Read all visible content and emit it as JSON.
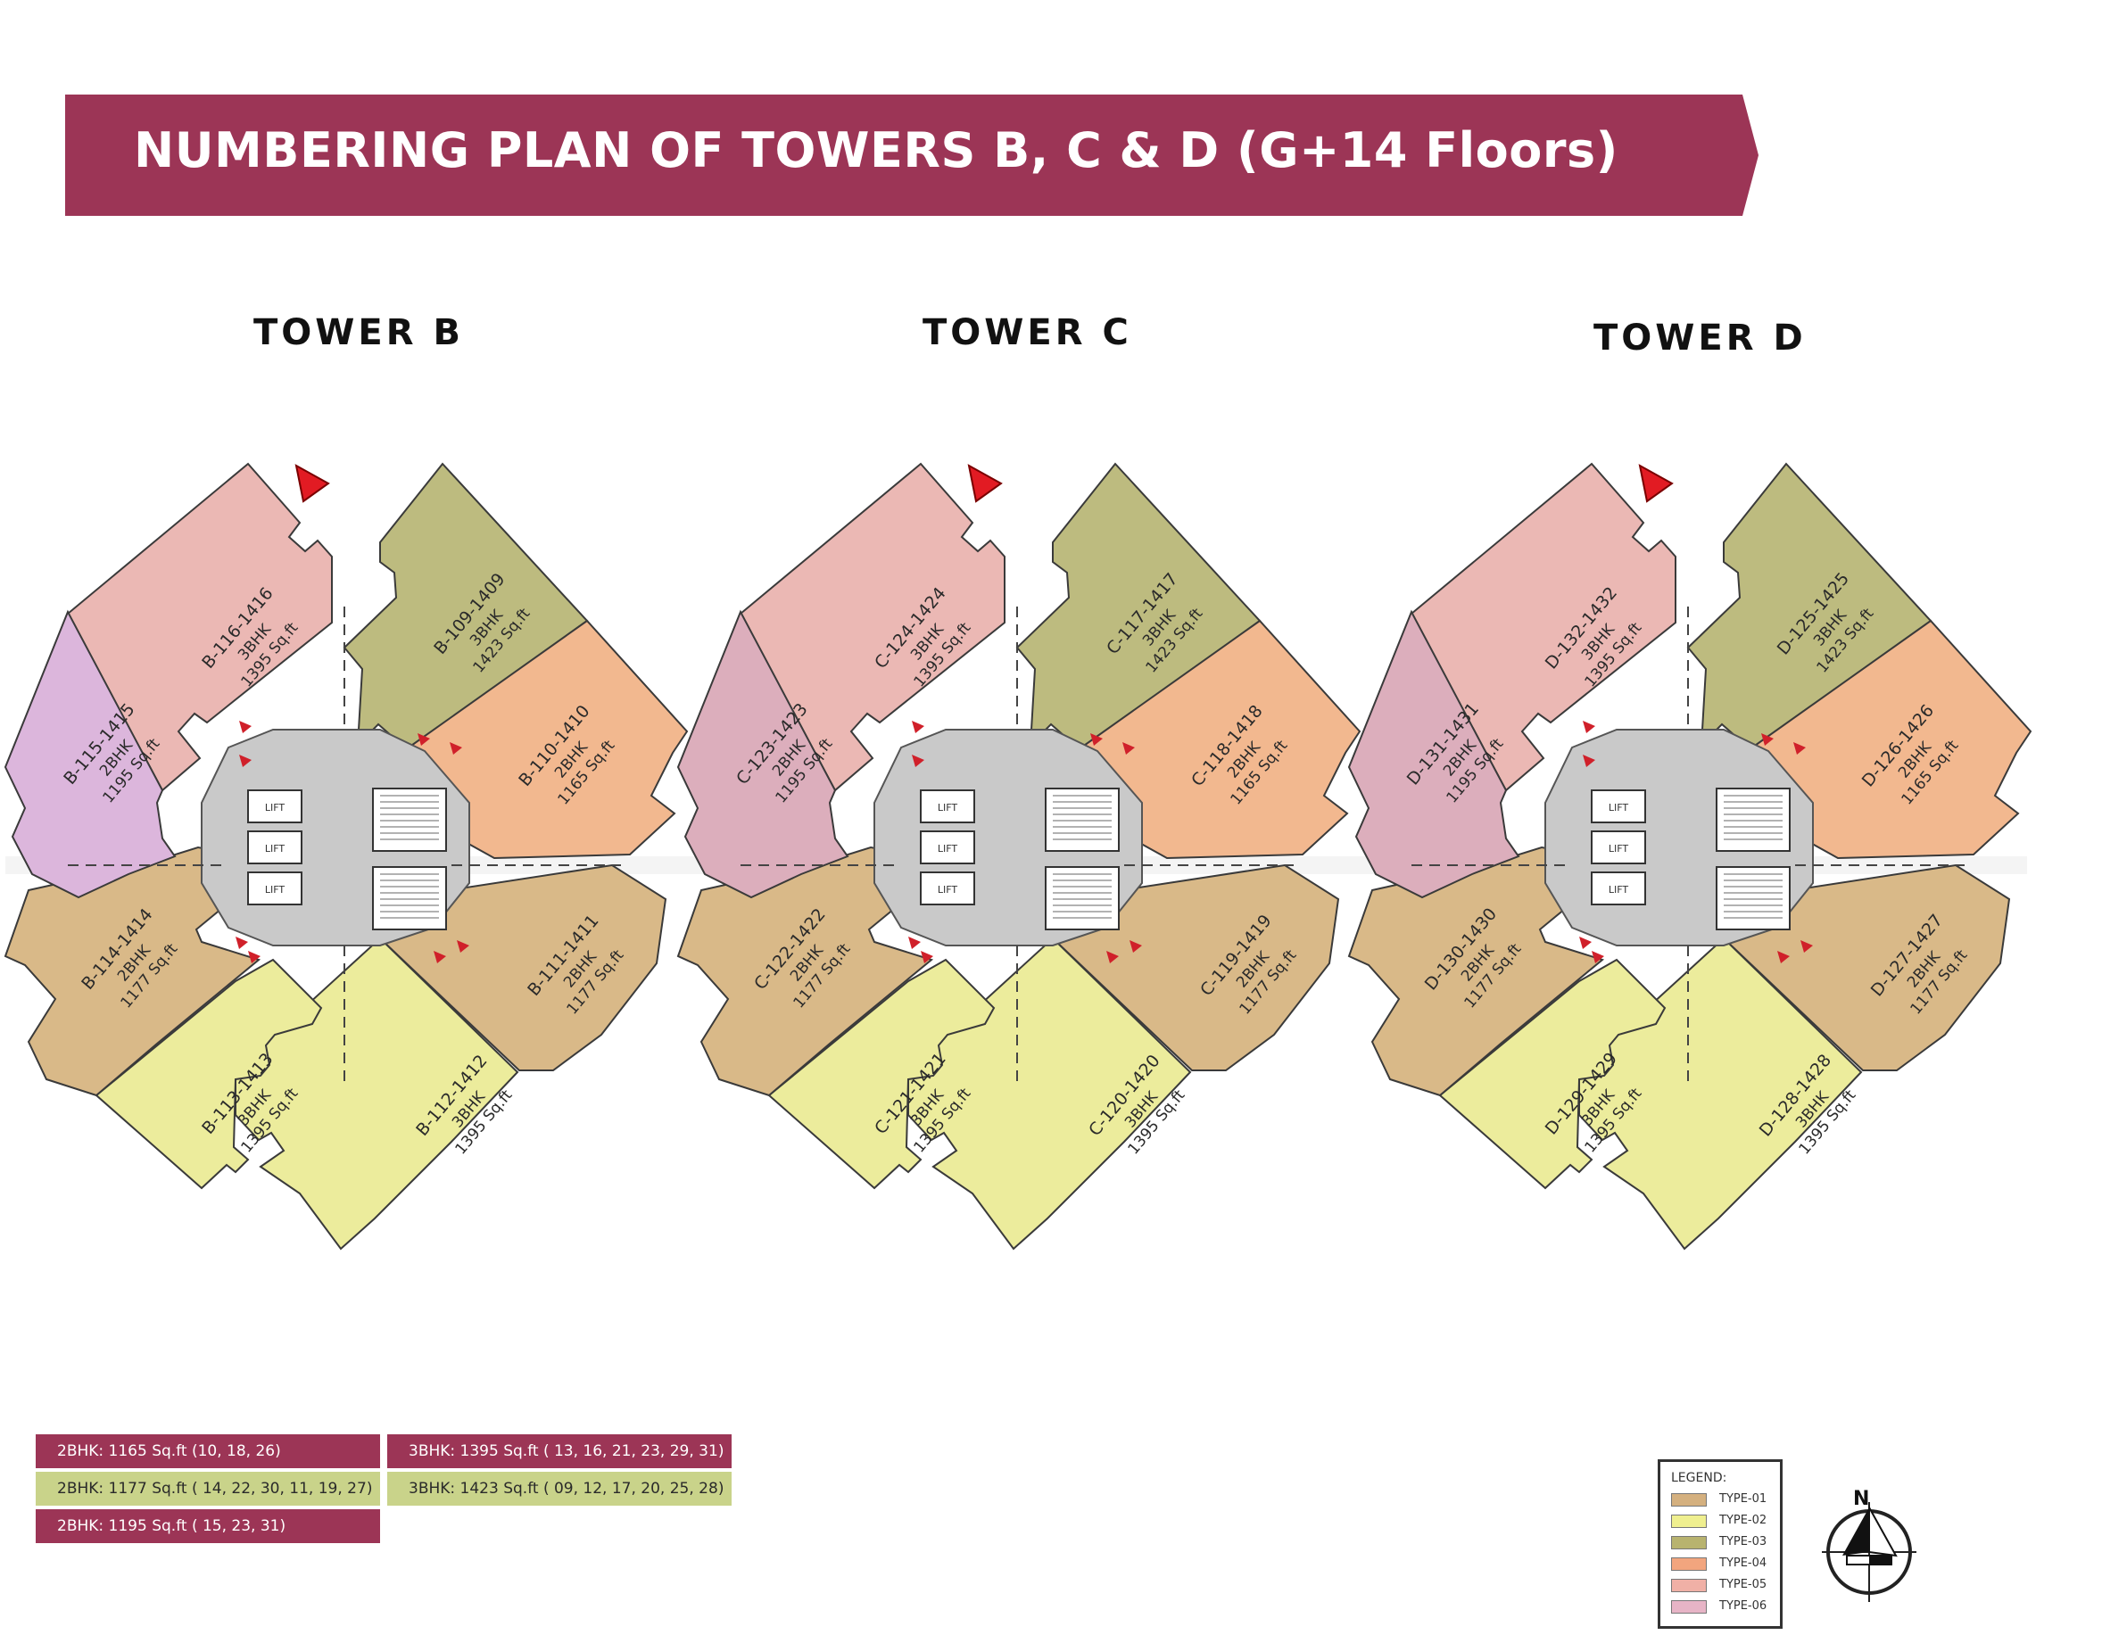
{
  "title": "NUMBERING PLAN OF TOWERS B, C & D (G+14 Floors)",
  "towers": [
    {
      "name": "TOWER B",
      "units": {
        "n": {
          "id": "B-116-1416",
          "type": "3BHK",
          "area": "1395 Sq.ft"
        },
        "ne": {
          "id": "B-109-1409",
          "type": "3BHK",
          "area": "1423 Sq.ft"
        },
        "e": {
          "id": "B-110-1410",
          "type": "2BHK",
          "area": "1165 Sq.ft"
        },
        "se": {
          "id": "B-111-1411",
          "type": "2BHK",
          "area": "1177 Sq.ft"
        },
        "s2": {
          "id": "B-112-1412",
          "type": "3BHK",
          "area": "1395 Sq.ft"
        },
        "s1": {
          "id": "B-113-1413",
          "type": "3BHK",
          "area": "1395 Sq.ft"
        },
        "sw": {
          "id": "B-114-1414",
          "type": "2BHK",
          "area": "1177 Sq.ft"
        },
        "w": {
          "id": "B-115-1415",
          "type": "2BHK",
          "area": "1195 Sq.ft"
        }
      }
    },
    {
      "name": "TOWER C",
      "units": {
        "n": {
          "id": "C-124-1424",
          "type": "3BHK",
          "area": "1395 Sq.ft"
        },
        "ne": {
          "id": "C-117-1417",
          "type": "3BHK",
          "area": "1423 Sq.ft"
        },
        "e": {
          "id": "C-118-1418",
          "type": "2BHK",
          "area": "1165 Sq.ft"
        },
        "se": {
          "id": "C-119-1419",
          "type": "2BHK",
          "area": "1177 Sq.ft"
        },
        "s2": {
          "id": "C-120-1420",
          "type": "3BHK",
          "area": "1395 Sq.ft"
        },
        "s1": {
          "id": "C-121-1421",
          "type": "3BHK",
          "area": "1395 Sq.ft"
        },
        "sw": {
          "id": "C-122-1422",
          "type": "2BHK",
          "area": "1177 Sq.ft"
        },
        "w": {
          "id": "C-123-1423",
          "type": "2BHK",
          "area": "1195 Sq.ft"
        }
      }
    },
    {
      "name": "TOWER D",
      "units": {
        "n": {
          "id": "D-132-1432",
          "type": "3BHK",
          "area": "1395 Sq.ft"
        },
        "ne": {
          "id": "D-125-1425",
          "type": "3BHK",
          "area": "1423 Sq.ft"
        },
        "e": {
          "id": "D-126-1426",
          "type": "2BHK",
          "area": "1165 Sq.ft"
        },
        "se": {
          "id": "D-127-1427",
          "type": "2BHK",
          "area": "1177 Sq.ft"
        },
        "s2": {
          "id": "D-128-1428",
          "type": "3BHK",
          "area": "1395 Sq.ft"
        },
        "s1": {
          "id": "D-129-1429",
          "type": "3BHK",
          "area": "1395 Sq.ft"
        },
        "sw": {
          "id": "D-130-1430",
          "type": "2BHK",
          "area": "1177 Sq.ft"
        },
        "w": {
          "id": "D-131-1431",
          "type": "2BHK",
          "area": "1195 Sq.ft"
        }
      }
    }
  ],
  "core": {
    "lift_label": "LIFT"
  },
  "unit_colors": {
    "n": "#ebb8b4",
    "ne": "#bdbb7f",
    "e": "#f2b88f",
    "se": "#d9b988",
    "s2": "#ecec9c",
    "s1": "#ecec9c",
    "sw": "#d9b988",
    "w": "#dcaebc",
    "w_b": "#dcb6dc"
  },
  "area_legend": [
    {
      "text": "2BHK: 1165 Sq.ft (10, 18, 26)",
      "style": "dark"
    },
    {
      "text": "3BHK: 1395 Sq.ft  ( 13, 16, 21, 23, 29, 31)",
      "style": "dark"
    },
    {
      "text": "2BHK: 1177 Sq.ft ( 14, 22, 30, 11, 19, 27)",
      "style": "light"
    },
    {
      "text": "3BHK: 1423 Sq.ft  ( 09, 12, 17, 20, 25, 28)",
      "style": "light"
    },
    {
      "text": "2BHK: 1195 Sq.ft ( 15, 23, 31)",
      "style": "dark"
    }
  ],
  "type_legend": {
    "heading": "LEGEND:",
    "items": [
      {
        "label": "TYPE-01",
        "color": "#d4b07f"
      },
      {
        "label": "TYPE-02",
        "color": "#efef8f"
      },
      {
        "label": "TYPE-03",
        "color": "#b8b36f"
      },
      {
        "label": "TYPE-04",
        "color": "#f2a57e"
      },
      {
        "label": "TYPE-05",
        "color": "#f0b0a6"
      },
      {
        "label": "TYPE-06",
        "color": "#e7b4c6"
      }
    ]
  },
  "compass_label": "N",
  "colors": {
    "banner": "#9c3556"
  }
}
